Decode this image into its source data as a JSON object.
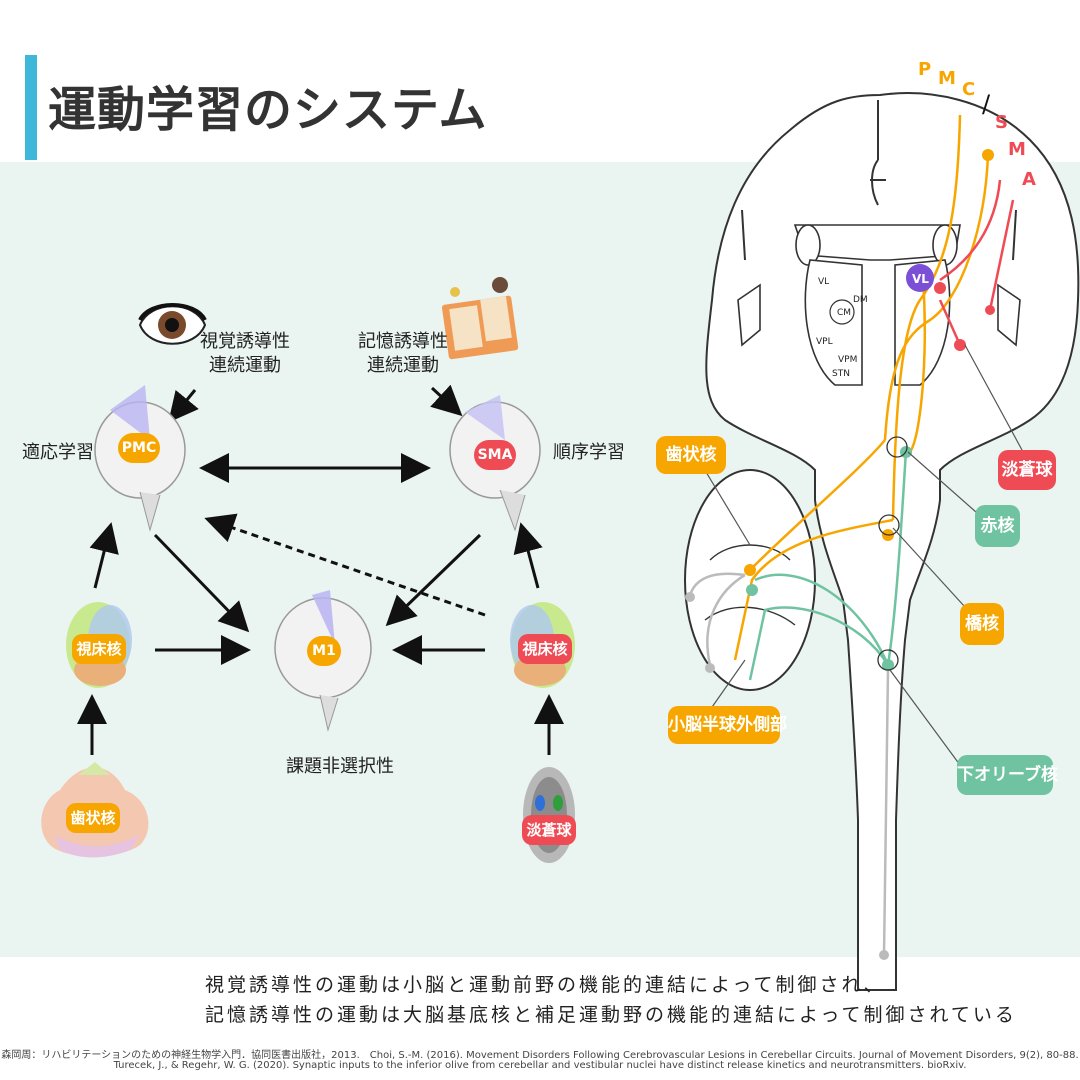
{
  "title": "運動学習のシステム",
  "colors": {
    "accent": "#3fb7d8",
    "orange": "#f7a600",
    "red": "#ef4b55",
    "green": "#6fc3a1",
    "purple": "#7b4fd6"
  },
  "left": {
    "visual_guided": "視覚誘導性\n連続運動",
    "memory_guided": "記憶誘導性\n連続運動",
    "adaptive_learning": "適応学習",
    "sequence_learning": "順序学習",
    "task_nonselective": "課題非選択性",
    "pmc": "PMC",
    "sma": "SMA",
    "m1": "M1",
    "thalamus_left": "視床核",
    "thalamus_right": "視床核",
    "dentate": "歯状核",
    "pallidum": "淡蒼球"
  },
  "right": {
    "arc_pmc": [
      "P",
      "M",
      "C"
    ],
    "arc_sep": "/",
    "arc_sma": [
      "S",
      "M",
      "A"
    ],
    "thalamic_labels": {
      "vl_small": "VL",
      "dm": "DM",
      "cm": "CM",
      "vpl": "VPL",
      "vpm": "VPM",
      "stn": "STN",
      "vl_highlight": "VL"
    },
    "dentate": "歯状核",
    "pallidum": "淡蒼球",
    "red_nucleus": "赤核",
    "pontine_nucleus": "橋核",
    "lateral_cerebellum": "小脳半球外側部",
    "inferior_olive": "下オリーブ核"
  },
  "summary": [
    "視覚誘導性の運動は小脳と運動前野の機能的連結によって制御され、",
    "記憶誘導性の運動は大脳基底核と補足運動野の機能的連結によって制御されている"
  ],
  "references": [
    "森岡周：リハビリテーションのための神経生物学入門．協同医書出版社，2013.　Choi, S.-M. (2016). Movement Disorders Following Cerebrovascular Lesions in Cerebellar Circuits. Journal of Movement Disorders, 9(2), 80-88.",
    "Turecek, J., & Regehr, W. G. (2020). Synaptic inputs to the inferior olive from cerebellar and vestibular nuclei have distinct release kinetics and neurotransmitters. bioRxiv."
  ]
}
